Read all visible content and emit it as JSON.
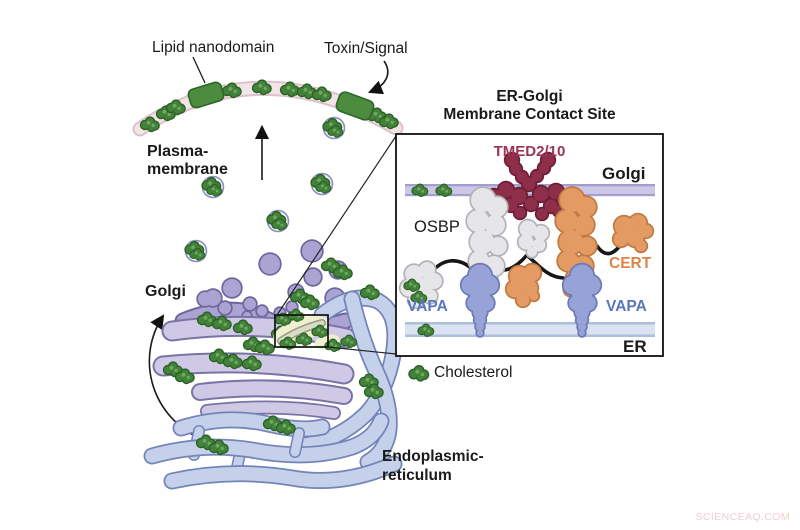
{
  "main": {
    "lipid_nanodomain_label": "Lipid nanodomain",
    "toxin_signal_label": "Toxin/Signal",
    "plasma_membrane_label_line1": "Plasma-",
    "plasma_membrane_label_line2": "membrane",
    "golgi_label": "Golgi",
    "cholesterol_label": "Cholesterol",
    "er_label_line1": "Endoplasmic-",
    "er_label_line2": "reticulum"
  },
  "inset": {
    "title_line1": "ER-Golgi",
    "title_line2": "Membrane Contact Site",
    "tmed_label": "TMED2/10",
    "golgi_label": "Golgi",
    "osbp_label": "OSBP",
    "cert_label": "CERT",
    "vapa_left_label": "VAPA",
    "vapa_right_label": "VAPA",
    "er_label": "ER"
  },
  "watermark": "SCIENCEAQ.COM",
  "colors": {
    "cholesterol_green": "#43823a",
    "cholesterol_outline": "#2a5f24",
    "cholesterol_light": "#6fa85e",
    "nanodomain_green": "#4d8b3e",
    "nanodomain_outline": "#2d6629",
    "membrane_pink": "#f3e4e8",
    "membrane_pink_edge": "#dcc2cb",
    "golgi_cisterna": "#cfc9e6",
    "golgi_cisterna_outline": "#7b73a6",
    "golgi_bud": "#aba3d2",
    "golgi_bud_outline": "#6e669c",
    "er_blue": "#c5d0ea",
    "er_blue_outline": "#7384b8",
    "inset_golgi_band": "#ccc7e5",
    "inset_golgi_band_edge": "#a49dd0",
    "inset_er_band": "#dbe3f2",
    "inset_er_band_edge": "#aebfdc",
    "tmed_maroon": "#8e2f4a",
    "tmed_outline": "#6d1d37",
    "osbp_gray": "#e6e5e8",
    "osbp_outline": "#b4b2b9",
    "cert_orange": "#e49a63",
    "cert_outline": "#bf7a41",
    "vapa_blue": "#97a3d6",
    "vapa_outline": "#6b7ab8",
    "label_tmed": "#9c3352",
    "label_cert": "#df8348",
    "label_vapa": "#5a76bd",
    "watermark_pink": "#f3cccc"
  }
}
